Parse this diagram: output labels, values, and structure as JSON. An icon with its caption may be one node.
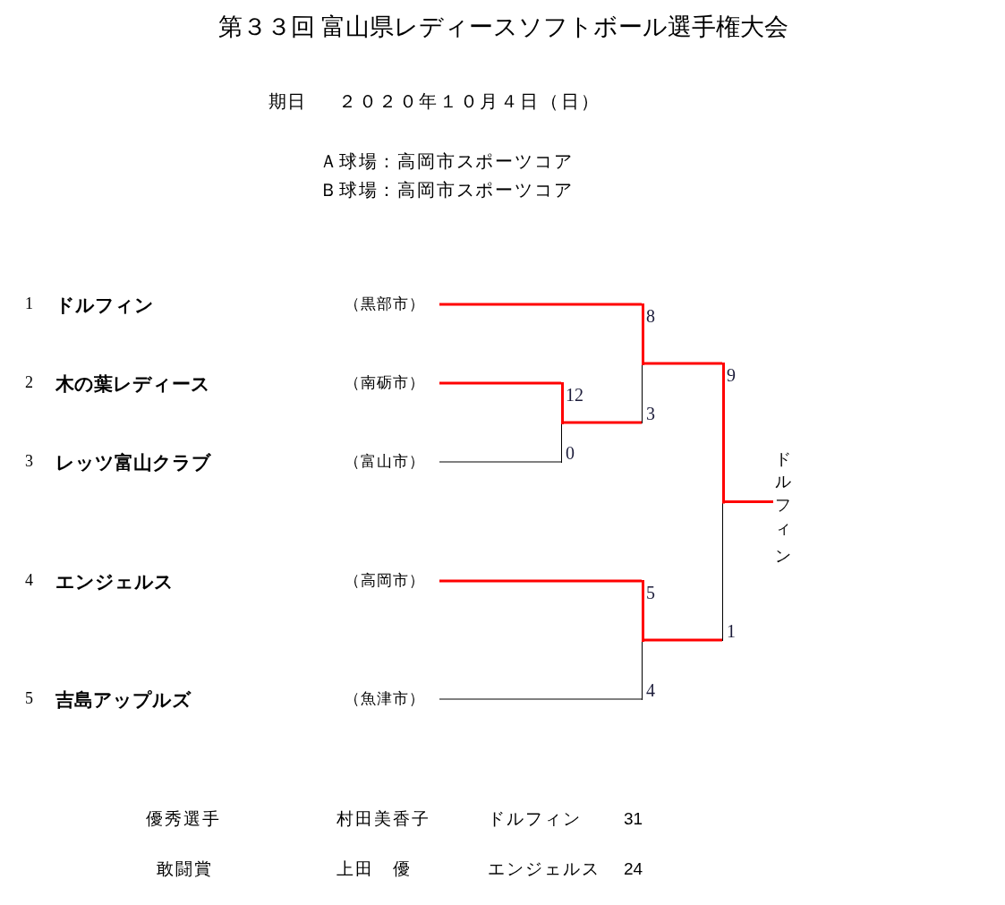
{
  "diagram": {
    "title": "第３３回 富山県レディースソフトボール選手権大会",
    "nodes": [
      {
        "text": [
          "1",
          "ドルフィン",
          "（黒部市）"
        ]
      },
      {
        "text": [
          "2",
          "木の葉レディース",
          "（南砺市）"
        ]
      },
      {
        "text": [
          "3",
          "レッツ富山クラブ",
          "（富山市）"
        ]
      },
      {
        "text": [
          "4",
          "エンジェルス",
          "（高岡市）"
        ]
      },
      {
        "text": [
          "5",
          "吉島アップルズ",
          "（魚津市）"
        ]
      },
      {
        "text": [],
        "shape": "bar"
      },
      {
        "text": [],
        "shape": "bar"
      },
      {
        "text": [],
        "shape": "bar"
      },
      {
        "text": [],
        "shape": "bar"
      },
      {
        "text": [
          "ドルフィン"
        ]
      }
    ],
    "edges": [
      {
        "from": 0,
        "to": 6,
        "arrow": "none",
        "label": "8"
      },
      {
        "from": 1,
        "to": 5,
        "arrow": "none",
        "label": "12"
      },
      {
        "from": 2,
        "to": 5,
        "arrow": "none",
        "label": "0",
        "color": "#000000"
      },
      {
        "from": 5,
        "to": 6,
        "arrow": "none",
        "label": "3"
      },
      {
        "from": 3,
        "to": 7,
        "arrow": "none",
        "label": "5"
      },
      {
        "from": 4,
        "to": 7,
        "arrow": "none",
        "label": "4",
        "color": "#000000"
      },
      {
        "from": 6,
        "to": 8,
        "arrow": "none",
        "label": "9"
      },
      {
        "from": 7,
        "to": 8,
        "arrow": "none",
        "label": "1"
      },
      {
        "from": 8,
        "to": 9,
        "arrow": "none"
      }
    ],
    "labels": [
      "期日",
      "２０２０年１０月４日（日）",
      "Ａ球場：高岡市スポーツコア",
      "Ｂ球場：高岡市スポーツコア",
      "優秀選手",
      "村田美香子",
      "ドルフィン",
      "31",
      "敢闘賞",
      "上田　優",
      "エンジェルス",
      "24"
    ]
  }
}
